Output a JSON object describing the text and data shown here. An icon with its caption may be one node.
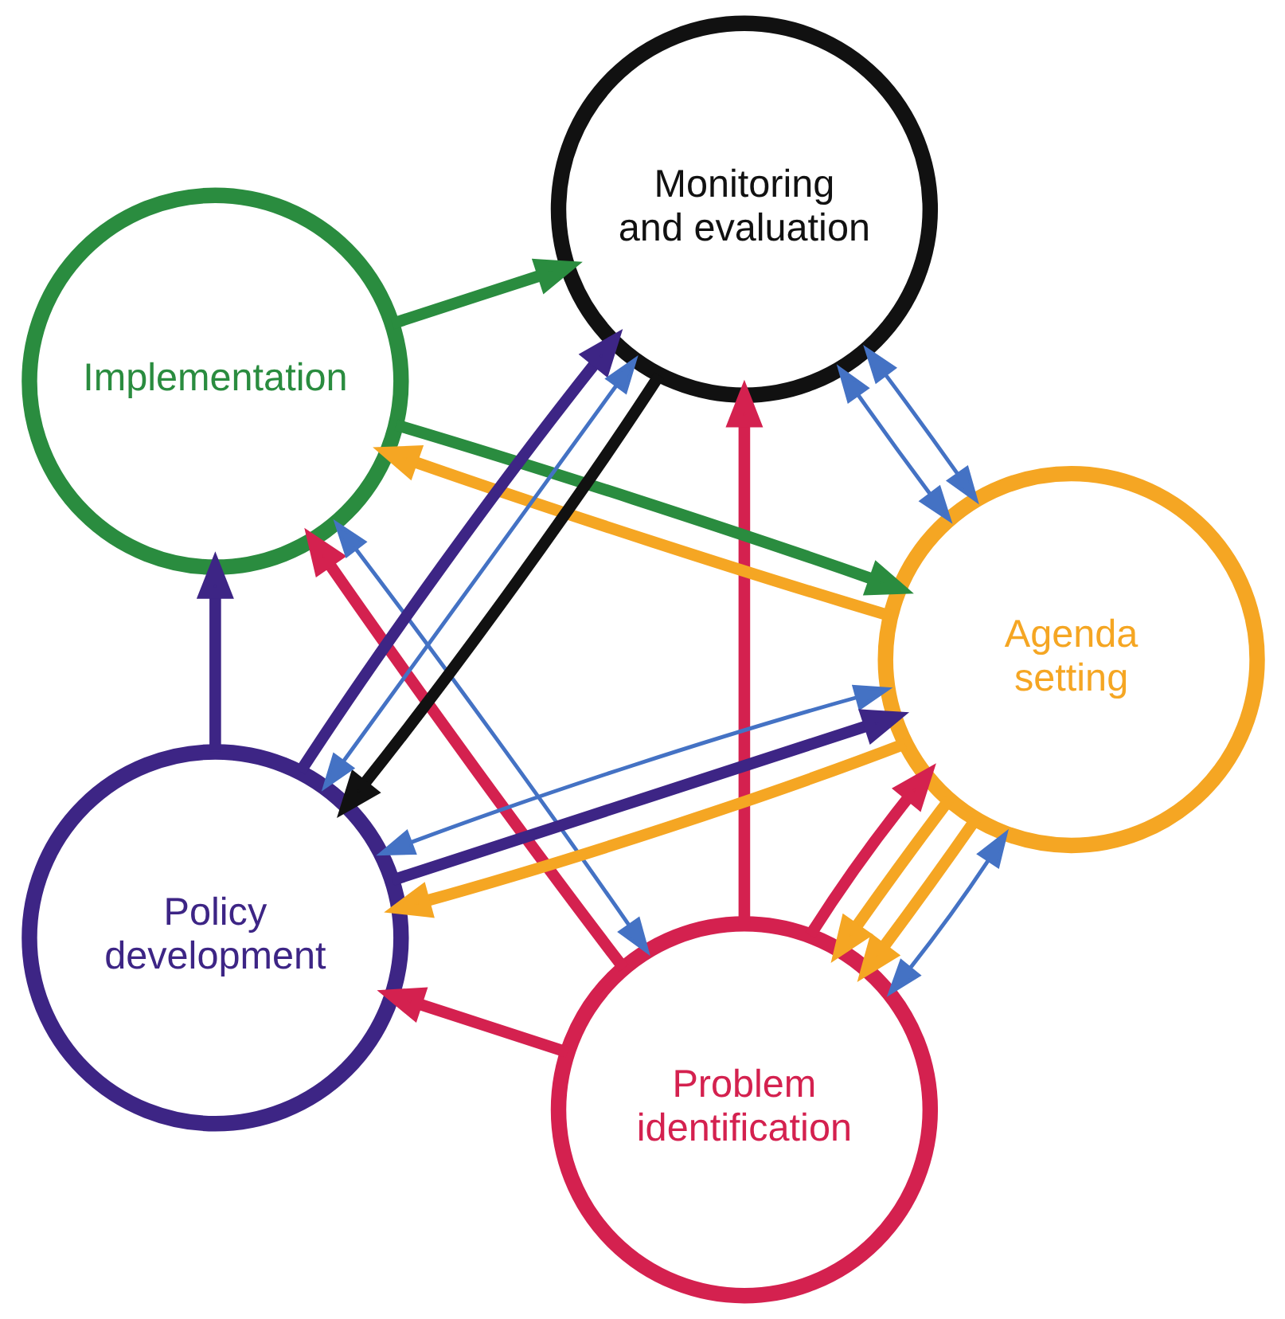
{
  "diagram": {
    "nodes": [
      {
        "text": [
          "Problem identification"
        ]
      },
      {
        "text": [
          "Agenda setting"
        ]
      },
      {
        "text": [
          "Implementation"
        ]
      },
      {
        "text": [
          "Monitoring and evaluation"
        ]
      },
      {
        "text": [
          "Policy development"
        ]
      }
    ],
    "edges": [
      {
        "from": 1,
        "to": 0,
        "arrow": "to",
        "color": "#f5a623"
      },
      {
        "from": 1,
        "to": 0,
        "arrow": "to",
        "color": "#f5a623"
      },
      {
        "from": 1,
        "to": 2,
        "arrow": "to",
        "color": "#f5a623"
      },
      {
        "from": 1,
        "to": 4,
        "arrow": "to",
        "color": "#f5a623"
      },
      {
        "from": 0,
        "to": 1,
        "arrow": "to",
        "color": "#d4214f"
      },
      {
        "from": 0,
        "to": 2,
        "arrow": "to",
        "color": "#d4214f"
      },
      {
        "from": 0,
        "to": 3,
        "arrow": "to",
        "color": "#d4214f"
      },
      {
        "from": 0,
        "to": 4,
        "arrow": "to",
        "color": "#d4214f"
      },
      {
        "from": 2,
        "to": 1,
        "arrow": "to",
        "color": "#2a8c3f"
      },
      {
        "from": 2,
        "to": 3,
        "arrow": "to",
        "color": "#2a8c3f"
      },
      {
        "from": 4,
        "to": 1,
        "arrow": "to",
        "color": "#3d2585"
      },
      {
        "from": 4,
        "to": 2,
        "arrow": "to",
        "color": "#3d2585"
      },
      {
        "from": 4,
        "to": 3,
        "arrow": "to",
        "color": "#3d2585"
      },
      {
        "from": 3,
        "to": 4,
        "arrow": "to",
        "color": "#111111"
      },
      {
        "from": 0,
        "to": 1,
        "arrow": "both",
        "color": "#4472c4"
      },
      {
        "from": 0,
        "to": 2,
        "arrow": "both",
        "color": "#4472c4"
      },
      {
        "from": 1,
        "to": 3,
        "arrow": "both",
        "color": "#4472c4"
      },
      {
        "from": 1,
        "to": 3,
        "arrow": "both",
        "color": "#4472c4"
      },
      {
        "from": 1,
        "to": 4,
        "arrow": "both",
        "color": "#4472c4"
      },
      {
        "from": 4,
        "to": 3,
        "arrow": "both",
        "color": "#4472c4"
      }
    ]
  }
}
